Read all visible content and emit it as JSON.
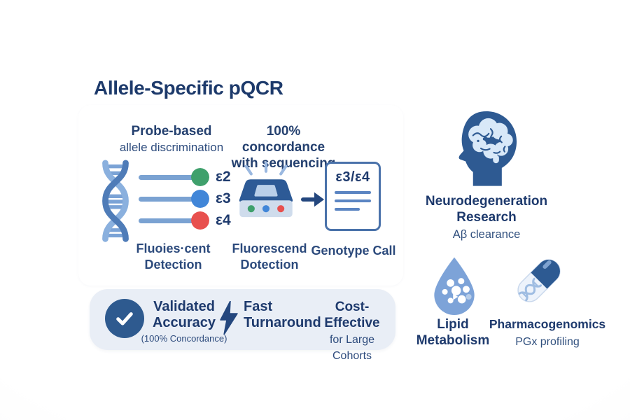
{
  "title": "Allele-Specific pQCR",
  "process": {
    "left_heading_bold": "Probe-based",
    "left_heading_rest": "allele discrimination",
    "mid_heading_line1": "100% concordance",
    "mid_heading_line2": "with sequencing",
    "alleles": [
      {
        "label": "ε2",
        "color": "#3fa06c"
      },
      {
        "label": "ε3",
        "color": "#4186d8"
      },
      {
        "label": "ε4",
        "color": "#e8504e"
      }
    ],
    "left_caption_line1": "Fluoies·cent",
    "left_caption_line2": "Detection",
    "mid_caption_line1": "Fluorescend",
    "mid_caption_line2": "Dotection",
    "genotype_call": "ε3/ε4",
    "right_caption": "Genotype Call"
  },
  "benefits": {
    "item1_title1": "Validated",
    "item1_title2": "Accuracy",
    "item1_sub": "(100% Concordance)",
    "item2_title1": "Fast",
    "item2_title2": "Turnaround",
    "item3_title": "Cost-Effective",
    "item3_sub1": "for Large",
    "item3_sub2": "Cohorts"
  },
  "applications": {
    "neuro_title1": "Neurodegeneration",
    "neuro_title2": "Research",
    "neuro_sub": "Aβ clearance",
    "lipid_title1": "Lipid",
    "lipid_title2": "Metabolism",
    "pgx_title": "Pharmacogenomics",
    "pgx_sub": "PGx profiling"
  },
  "icons": {
    "dna": "dna-helix-icon",
    "machine": "qpcr-machine-icon",
    "arrow": "arrow-right-icon",
    "report": "genotype-report-icon",
    "check": "check-circle-icon",
    "bolt": "lightning-bolt-icon",
    "brain": "brain-head-icon",
    "droplet": "lipid-droplet-icon",
    "pill": "pill-capsule-icon"
  },
  "colors": {
    "navy_text": "#1e3a6d",
    "heading_text": "#24406f",
    "caption_text": "#2c4a7c",
    "probe_line": "#7aa2d2",
    "dna_strand_light": "#8ab0de",
    "dna_strand_dark": "#4f7cb8",
    "machine_body": "#2d5a96",
    "machine_base": "#cfdcec",
    "doc_border": "#4a72aa",
    "bar_background": "#e9eef6",
    "check_circle": "#2e5a8f",
    "bolt": "#24477e",
    "head": "#2e5a92",
    "brain_fill": "#d8e8f8",
    "droplet": "#7da3d8",
    "pill_dark": "#2d5a92",
    "pill_light": "#edf3fb"
  }
}
